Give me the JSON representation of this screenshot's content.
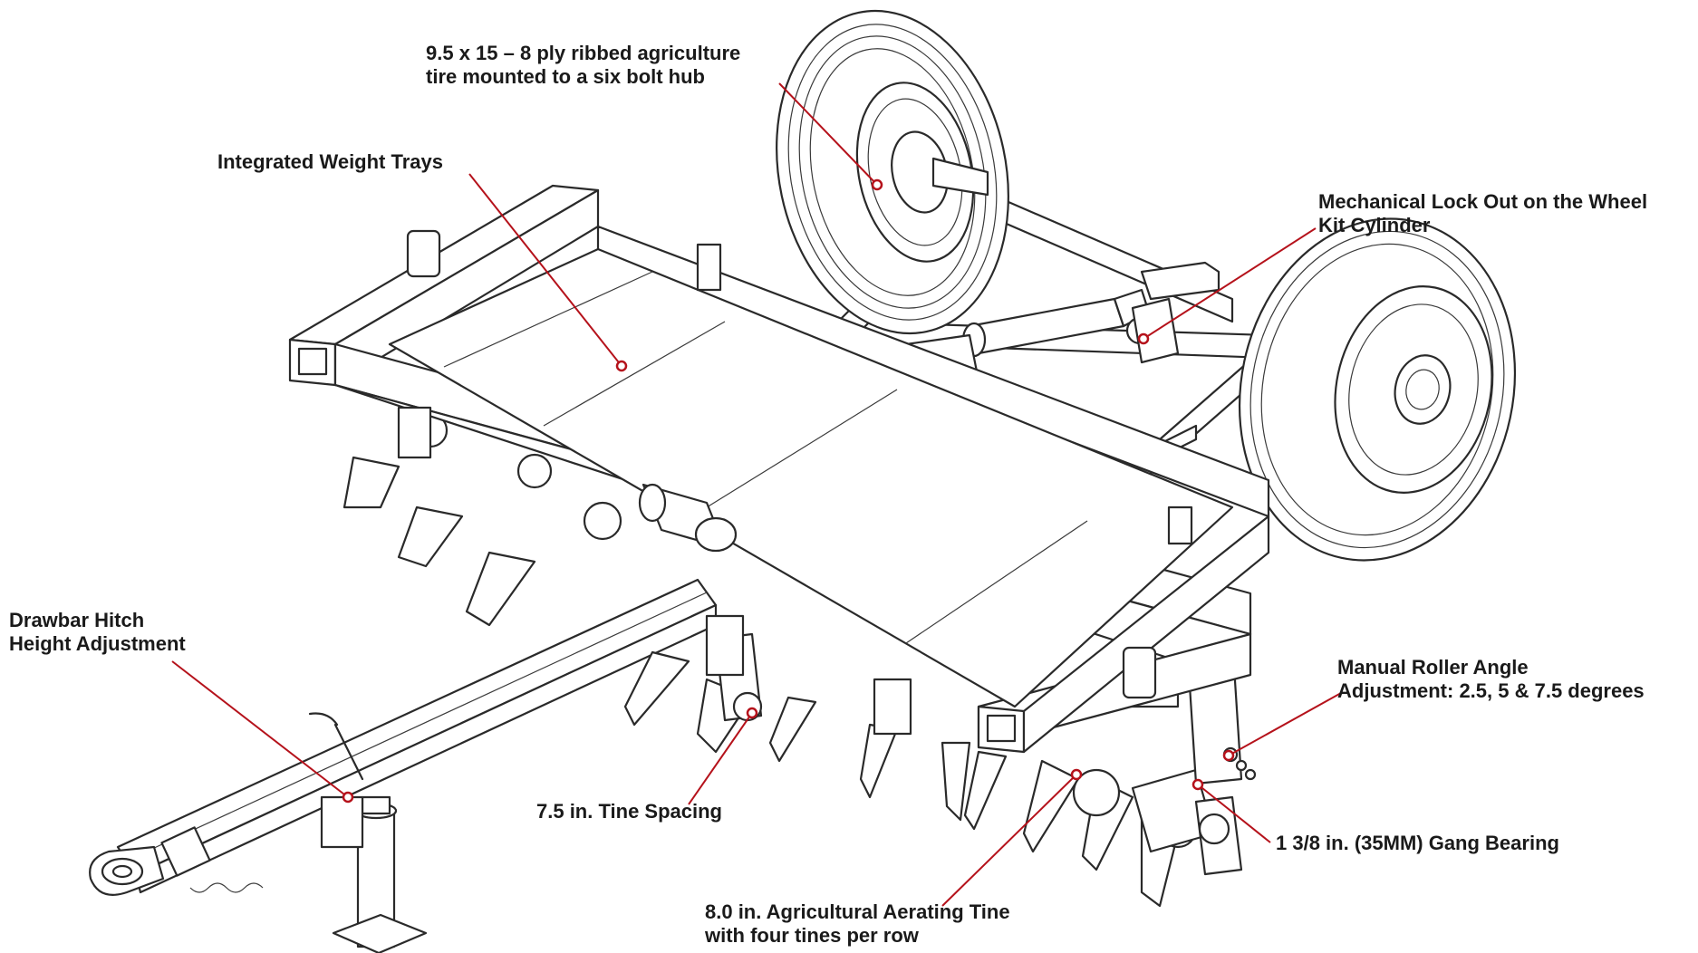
{
  "callouts": {
    "tire": {
      "line1": "9.5 x 15 – 8 ply ribbed agriculture",
      "line2": "tire mounted to a six bolt hub"
    },
    "weight_trays": {
      "line1": "Integrated Weight Trays"
    },
    "lock_out": {
      "line1": "Mechanical Lock Out on the Wheel",
      "line2": "Kit Cylinder"
    },
    "drawbar": {
      "line1": "Drawbar Hitch",
      "line2": "Height Adjustment"
    },
    "roller_angle": {
      "line1": "Manual Roller Angle",
      "line2": "Adjustment: 2.5, 5 & 7.5 degrees"
    },
    "tine_spacing": {
      "line1": "7.5 in. Tine Spacing"
    },
    "gang_bearing": {
      "line1": "1 3/8 in. (35MM) Gang Bearing"
    },
    "aerating_tine": {
      "line1": "8.0 in. Agricultural Aerating Tine",
      "line2": "with four tines per row"
    }
  },
  "colors": {
    "leader": "#b5121b",
    "ink": "#2a2a2a",
    "label": "#1a1a1a",
    "background": "#ffffff"
  }
}
